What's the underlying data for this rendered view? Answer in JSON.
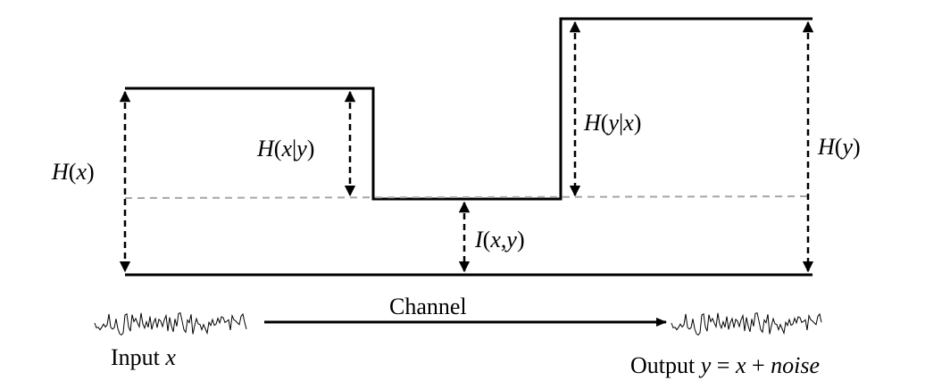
{
  "labels": {
    "hx": {
      "fn": "H",
      "open": "(",
      "var": "x",
      "close": ")"
    },
    "hxy": {
      "fn": "H",
      "open": "(",
      "a": "x",
      "bar": "|",
      "b": "y",
      "close": ")"
    },
    "hyx": {
      "fn": "H",
      "open": "(",
      "a": "y",
      "bar": "|",
      "b": "x",
      "close": ")"
    },
    "hy": {
      "fn": "H",
      "open": "(",
      "var": "y",
      "close": ")"
    },
    "ixy": {
      "fn": "I",
      "open": "(",
      "a": "x",
      "comma": ",",
      "b": "y",
      "close": ")"
    }
  },
  "channel_label": "Channel",
  "input": {
    "word": "Input",
    "var": "x"
  },
  "output": {
    "word": "Output",
    "y": "y",
    "eq": "=",
    "x": "x",
    "plus": "+",
    "noise": "noise"
  },
  "colors": {
    "line": "#000000",
    "dashed_gray": "#a6a6a6"
  }
}
